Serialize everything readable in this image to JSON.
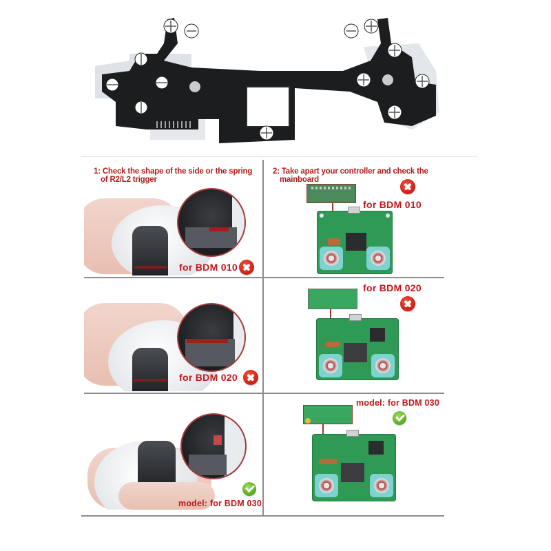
{
  "ribbon": {
    "alt": "Replacement conductive film flex cable for controller"
  },
  "sections": {
    "left": {
      "heading": "1: Check the shape of the side or the spring of R2/L2 trigger",
      "heading_line1": "1: Check the shape of the side or the spring",
      "heading_line2": "of R2/L2 trigger"
    },
    "right": {
      "heading": "2: Take apart your controller and check the mainboard",
      "heading_line1": "2: Take apart your controller and check the",
      "heading_line2": "mainboard"
    }
  },
  "rows": [
    {
      "left_label": "for BDM 010",
      "left_status": "x-icon",
      "right_label": "for BDM 010",
      "right_status": "x-icon"
    },
    {
      "left_label": "for BDM 020",
      "left_status": "x-icon",
      "right_label": "for BDM 020",
      "right_status": "x-icon"
    },
    {
      "left_label": "model: for BDM 030",
      "left_status": "check-icon",
      "right_label": "model: for BDM 030",
      "right_status": "check-icon"
    }
  ],
  "colors": {
    "label_red": "#c0161b",
    "heading_red": "#b31b1b",
    "divider": "#8c8c8c",
    "pcb_green": "#2f9a55",
    "ok_green": "#5fb52a",
    "fail_red": "#d8261a"
  }
}
